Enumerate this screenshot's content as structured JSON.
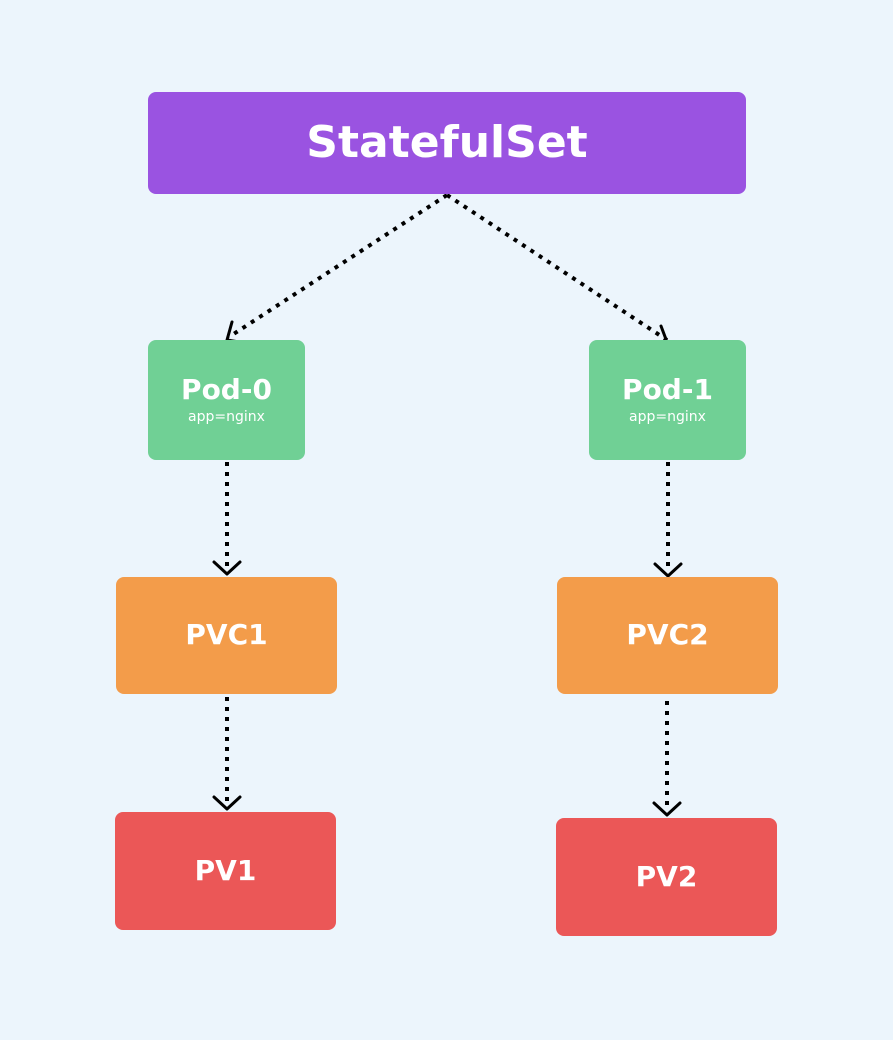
{
  "colors": {
    "background": "#ecf5fc",
    "statefulset": "#9a53e1",
    "pod": "#70d095",
    "pvc": "#f39c4a",
    "pv": "#eb5757",
    "connector": "#000000"
  },
  "nodes": {
    "statefulset": {
      "label": "StatefulSet"
    },
    "pod0": {
      "label": "Pod-0",
      "sublabel": "app=nginx"
    },
    "pod1": {
      "label": "Pod-1",
      "sublabel": "app=nginx"
    },
    "pvc1": {
      "label": "PVC1"
    },
    "pvc2": {
      "label": "PVC2"
    },
    "pv1": {
      "label": "PV1"
    },
    "pv2": {
      "label": "PV2"
    }
  },
  "edges": [
    {
      "from": "statefulset",
      "to": "pod0",
      "style": "dotted-arrow"
    },
    {
      "from": "statefulset",
      "to": "pod1",
      "style": "dotted-arrow"
    },
    {
      "from": "pod0",
      "to": "pvc1",
      "style": "dotted-arrow"
    },
    {
      "from": "pod1",
      "to": "pvc2",
      "style": "dotted-arrow"
    },
    {
      "from": "pvc1",
      "to": "pv1",
      "style": "dotted-arrow"
    },
    {
      "from": "pvc2",
      "to": "pv2",
      "style": "dotted-arrow"
    }
  ]
}
